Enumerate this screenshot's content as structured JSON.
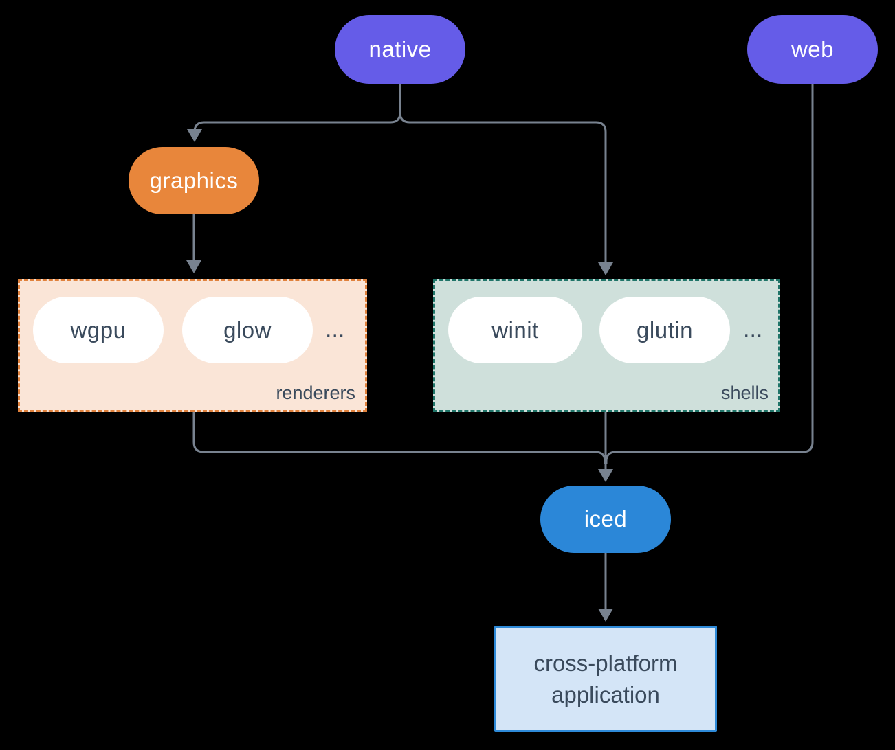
{
  "nodes": {
    "native": {
      "label": "native"
    },
    "web": {
      "label": "web"
    },
    "graphics": {
      "label": "graphics"
    },
    "iced": {
      "label": "iced"
    },
    "application": {
      "line1": "cross-platform",
      "line2": "application"
    }
  },
  "groups": {
    "renderers": {
      "label": "renderers",
      "items": [
        "wgpu",
        "glow"
      ],
      "ellipsis": "..."
    },
    "shells": {
      "label": "shells",
      "items": [
        "winit",
        "glutin"
      ],
      "ellipsis": "..."
    }
  },
  "colors": {
    "node_native_web": "#655CE8",
    "node_graphics": "#E8863B",
    "node_iced": "#2B87D8",
    "renderers_fill": "#FAE5D7",
    "renderers_border": "#E0813C",
    "shells_fill": "#CFE0DB",
    "shells_border": "#1F7468",
    "app_fill": "#D4E5F7",
    "app_border": "#2E8AD8",
    "inner_pill_fill": "#FFFFFF",
    "dark_text": "#3A4A5C",
    "connector": "#78828F",
    "background": "#000000"
  }
}
